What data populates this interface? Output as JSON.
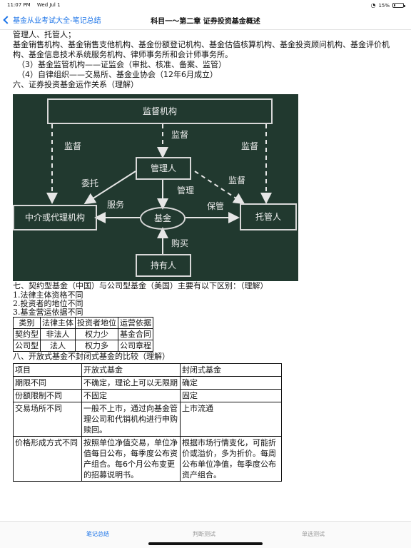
{
  "status_bar": {
    "time": "11:07 PM",
    "date": "Wed Jul 1",
    "battery": "15%",
    "battery_level": 0.15
  },
  "nav": {
    "back_label": "基金从业考试大全-笔记总结",
    "title": "科目一～第二章 证券投资基金概述"
  },
  "content": {
    "lines": [
      "管理人、托管人；",
      "基金销售机构、基金销售支他机构、基金份额登记机构、基金估值核算机构、基金投资顾问机构、基金评价机构、基金信息技术系统服务机构、律师事务所和会计师事务所。",
      "（3）基金监管机构——证监会（审批、核准、备案、监管）",
      "（4）自律组织——交易所、基金业协会（12年6月成立）"
    ],
    "section6_title": "六、证券投资基金运作关系（理解）",
    "diagram": {
      "nodes": {
        "regulator": "监督机构",
        "manager": "管理人",
        "intermediary": "中介或代理机构",
        "fund": "基金",
        "custodian": "托管人",
        "holder": "持有人"
      },
      "labels": {
        "supervise_left": "监督",
        "supervise_center": "监督",
        "supervise_right": "监督",
        "supervise_custodian": "监督",
        "entrust": "委托",
        "manage": "管理",
        "service": "服务",
        "custody": "保管",
        "purchase": "购买"
      }
    },
    "section7_title": "七、契约型基金（中国）与公司型基金（美国）主要有以下区别：（理解）",
    "section7_items": [
      "1.法律主体资格不同",
      "2.投资者的地位不同",
      "3.基金营运依据不同"
    ],
    "table1": {
      "headers": [
        "类别",
        "法律主体",
        "投资者地位",
        "运营依据"
      ],
      "rows": [
        [
          "契约型",
          "非法人",
          "权力少",
          "基金合同"
        ],
        [
          "公司型",
          "法人",
          "权力多",
          "公司章程"
        ]
      ]
    },
    "section8_title": "八、开放式基金不封闭式基金的比较（理解）",
    "table2": {
      "headers": [
        "项目",
        "开放式基金",
        "封闭式基金"
      ],
      "rows": [
        [
          "期限不同",
          "不确定，理论上可以无限期",
          "确定"
        ],
        [
          "份额限制不同",
          "不固定",
          "固定"
        ],
        [
          "交易场所不同",
          "一般不上市，通过向基金管理公司和代销机构进行申购赎回。",
          "上市流通"
        ],
        [
          "价格形成方式不同",
          "按照单位净值交易，单位净值每日公布，每季度公布资产组合。每6个月公布变更的招募说明书。",
          "根据市场行情变化，可能折价或溢价，多为折价。每周公布单位净值，每季度公布资产组合。"
        ]
      ]
    }
  },
  "tab_bar": {
    "tabs": [
      "笔记总结",
      "判断测试",
      "单选测试"
    ],
    "active_index": 0
  },
  "colors": {
    "accent": "#1a73e8",
    "diagram_bg": "#21392f"
  }
}
